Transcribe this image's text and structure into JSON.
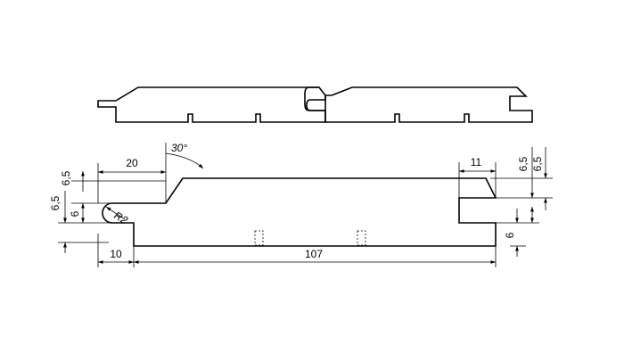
{
  "diagram": {
    "labels": {
      "top_width": "20",
      "angle": "30°",
      "tongue_left_offset": "6,5",
      "tongue_left_lower": "6,5",
      "tongue_thickness": "6",
      "radius": "R2",
      "tongue_length": "10",
      "board_width": "107",
      "groove_depth": "11",
      "right_upper_a": "6,5",
      "right_upper_b": "6,5",
      "right_lower": "6"
    }
  }
}
